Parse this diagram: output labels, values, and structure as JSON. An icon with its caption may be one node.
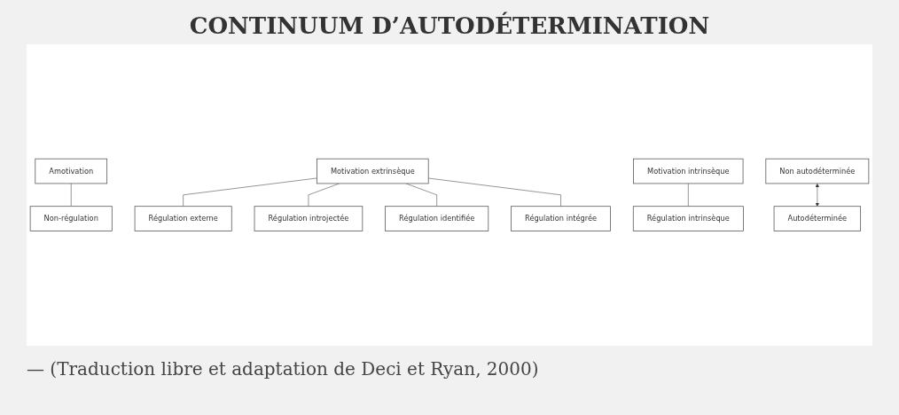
{
  "diagram": {
    "title": "CONTINUUM D’AUTODÉTERMINATION",
    "caption": "— (Traduction libre et adaptation de Deci et Ryan, 2000)",
    "nodes": [
      {
        "text": [
          "Amotivation"
        ]
      },
      {
        "text": [
          "Motivation extrinsèque"
        ]
      },
      {
        "text": [
          "Motivation intrinsèque"
        ]
      },
      {
        "text": [
          "Non-régulation"
        ]
      },
      {
        "text": [
          "Régulation externe"
        ]
      },
      {
        "text": [
          "Régulation introjectée"
        ]
      },
      {
        "text": [
          "Régulation identifiée"
        ]
      },
      {
        "text": [
          "Régulation intégrée"
        ]
      },
      {
        "text": [
          "Régulation intrinsèque"
        ]
      },
      {
        "text": [
          "Non autodéterminée"
        ]
      },
      {
        "text": [
          "Autodéterminée"
        ]
      }
    ],
    "edges": [
      {
        "from": 0,
        "to": 3,
        "arrow": "none"
      },
      {
        "from": 1,
        "to": 4,
        "arrow": "none"
      },
      {
        "from": 1,
        "to": 5,
        "arrow": "none"
      },
      {
        "from": 1,
        "to": 6,
        "arrow": "none"
      },
      {
        "from": 1,
        "to": 7,
        "arrow": "none"
      },
      {
        "from": 2,
        "to": 8,
        "arrow": "none"
      },
      {
        "from": 9,
        "to": 10,
        "arrow": "both"
      }
    ]
  }
}
